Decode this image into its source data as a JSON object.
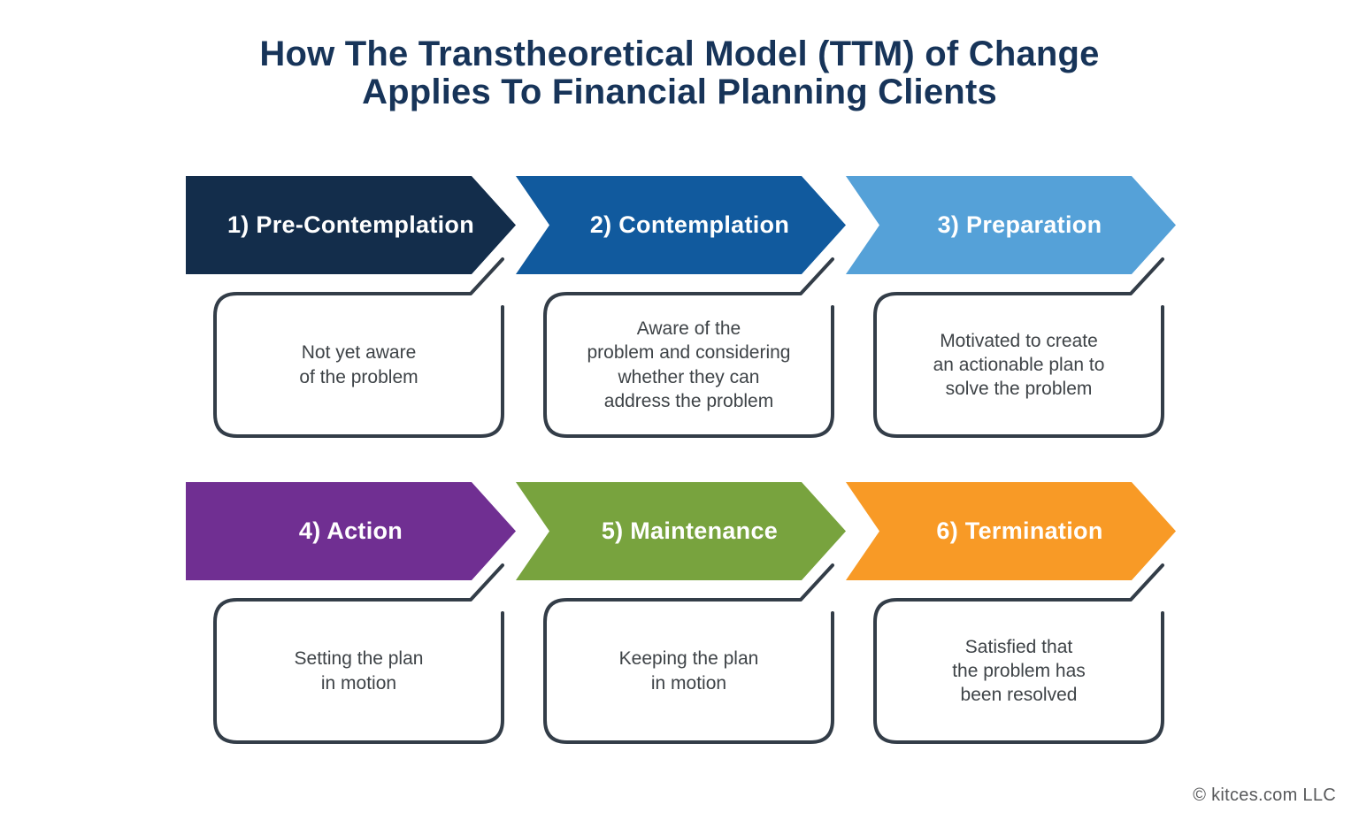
{
  "title": {
    "line1": "How The Transtheoretical Model (TTM) of Change",
    "line2": "Applies To Financial Planning Clients"
  },
  "footer": {
    "copyright": "© kitces.com LLC"
  },
  "colors": {
    "title": "#173459",
    "outline": "#333D48",
    "description_text": "#3E4347",
    "footer_text": "#58595B"
  },
  "stages": [
    {
      "label": "1) Pre-Contemplation",
      "description": "Not yet aware\nof the problem",
      "color": "#132D4B"
    },
    {
      "label": "2) Contemplation",
      "description": "Aware of the\nproblem and considering\nwhether they can\naddress the problem",
      "color": "#115A9E"
    },
    {
      "label": "3) Preparation",
      "description": "Motivated to create\nan actionable plan to\nsolve the problem",
      "color": "#55A1D8"
    },
    {
      "label": "4) Action",
      "description": "Setting the plan\nin motion",
      "color": "#702F92"
    },
    {
      "label": "5) Maintenance",
      "description": "Keeping the plan\nin motion",
      "color": "#78A33E"
    },
    {
      "label": "6) Termination",
      "description": "Satisfied that\nthe problem has\nbeen resolved",
      "color": "#F89A26"
    }
  ]
}
